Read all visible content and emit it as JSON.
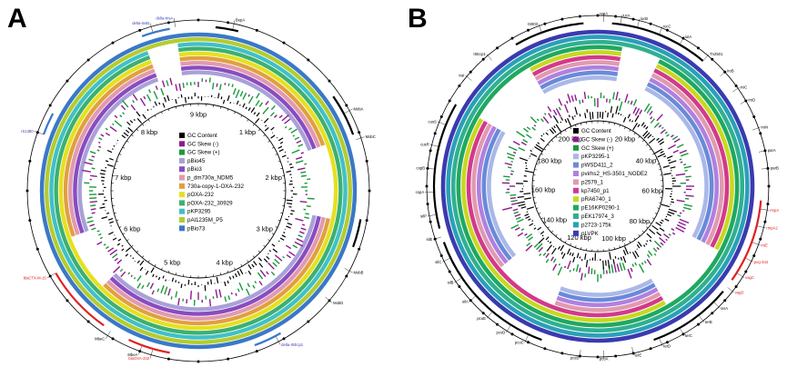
{
  "panels": [
    {
      "letter": "A",
      "kbp_labels": [
        "9 kbp",
        "1 kbp",
        "2 kbp",
        "3 kbp",
        "4 kbp",
        "5 kbp",
        "6 kbp",
        "7 kbp",
        "8 kbp"
      ],
      "legend": [
        {
          "label": "GC Content",
          "color": "#000000"
        },
        {
          "label": "GC Skew (-)",
          "color": "#8e1a8e"
        },
        {
          "label": "GC Skew (+)",
          "color": "#1a9a3a"
        },
        {
          "label": "pBio45",
          "color": "#a9a0d8"
        },
        {
          "label": "pBio3",
          "color": "#8a4cc0"
        },
        {
          "label": "p_dm730a_NDM5",
          "color": "#e09ab0"
        },
        {
          "label": "730a-copy-1-OXA-232",
          "color": "#e0a040"
        },
        {
          "label": "pOXA-232",
          "color": "#e6e020"
        },
        {
          "label": "pOXA-232_30929",
          "color": "#3db070"
        },
        {
          "label": "pKP3295",
          "color": "#40c0c8"
        },
        {
          "label": "pAl1235M_P5",
          "color": "#b4cc30"
        },
        {
          "label": "pBio73",
          "color": "#3a78c8"
        }
      ],
      "genes_black": [
        "BepA",
        "MobA",
        "MobC",
        "MbeA",
        "MobB",
        "MobD",
        "MbeC"
      ],
      "genes_blue": [
        "delta-tnsA",
        "delta-tnsB",
        "IS1380",
        "delta-ISEcp1"
      ],
      "genes_red": [
        "blaCTX-M-15",
        "blaOXA-232"
      ]
    },
    {
      "letter": "B",
      "kbp_labels": [
        "200 kbp",
        "20 kbp",
        "40 kbp",
        "60 kbp",
        "80 kbp",
        "100 kbp",
        "120 kbp",
        "140 kbp",
        "160 kbp",
        "180 kbp"
      ],
      "legend": [
        {
          "label": "GC Content",
          "color": "#000000"
        },
        {
          "label": "GC Skew (-)",
          "color": "#8e1a8e"
        },
        {
          "label": "GC Skew (+)",
          "color": "#1a9a3a"
        },
        {
          "label": "pKP3295-1",
          "color": "#a9b8e8"
        },
        {
          "label": "pWSD411_2",
          "color": "#6a8ad8"
        },
        {
          "label": "pvirhs2_HS-3501_NODE2",
          "color": "#b080e0"
        },
        {
          "label": "p2579_1",
          "color": "#e09ab0"
        },
        {
          "label": "kp7450_p1",
          "color": "#d23a8a"
        },
        {
          "label": "pRA6740_1",
          "color": "#c8d820"
        },
        {
          "label": "pE16KP0290-1",
          "color": "#20a860"
        },
        {
          "label": "pEK17974_3",
          "color": "#30b090"
        },
        {
          "label": "p2723-175k",
          "color": "#2aa0b8"
        },
        {
          "label": "pLVPK",
          "color": "#3a3ab0"
        }
      ],
      "genes_black": [
        "repA",
        "iucA",
        "iucB",
        "iucC",
        "iutA",
        "Tn2501",
        "iroB",
        "iroC",
        "iroD",
        "iroN",
        "parA",
        "parB",
        "terA",
        "terB",
        "terC",
        "terD",
        "terE",
        "pcoA",
        "pcoB",
        "pcoC",
        "pcoD",
        "pcoE",
        "silA",
        "silB",
        "silC",
        "silE",
        "silP",
        "copA",
        "copB",
        "cusR",
        "cusS",
        "traI",
        "ISEcp1",
        "IS903"
      ],
      "genes_red": [
        "rmpA",
        "rmpA2",
        "iroE",
        "peg-344",
        "vagC",
        "vagD"
      ]
    }
  ]
}
